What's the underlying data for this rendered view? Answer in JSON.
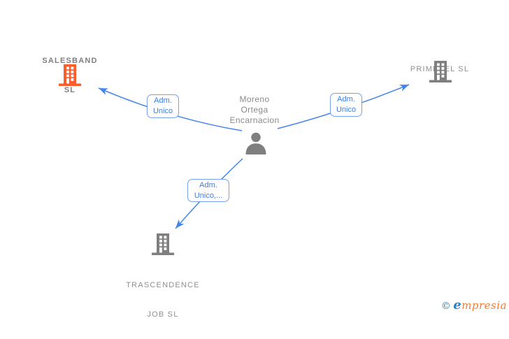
{
  "colors": {
    "edge-blue": "#4386e8",
    "edge-label-border": "#74a0ec",
    "edge-label-text": "#3d7de2",
    "company-orange": "#fb5d2d",
    "icon-gray": "#7f7f7f",
    "node-label-gray": "#8f8f8f",
    "logo-copyright": "#357d9e",
    "logo-e-blue": "#2383c8",
    "logo-orange": "#ef7c33"
  },
  "graph": {
    "person": {
      "name_line1": "Moreno",
      "name_line2": "Ortega",
      "name_line3": "Encarnacion"
    },
    "companies": {
      "salesband": {
        "name_line1": "SALESBAND",
        "name_line2": "SL"
      },
      "primetel": {
        "name_line1": "PRIMETEL SL"
      },
      "trascendence": {
        "name_line1": "TRASCENDENCE",
        "name_line2": "JOB SL"
      }
    },
    "edge_labels": {
      "salesband": {
        "line1": "Adm.",
        "line2": "Unico"
      },
      "primetel": {
        "line1": "Adm.",
        "line2": "Unico"
      },
      "trascendence": {
        "line1": "Adm.",
        "line2": "Unico,..."
      }
    }
  },
  "watermark": {
    "copyright": "©",
    "brand_initial": "e",
    "brand_rest": "mpresia"
  }
}
